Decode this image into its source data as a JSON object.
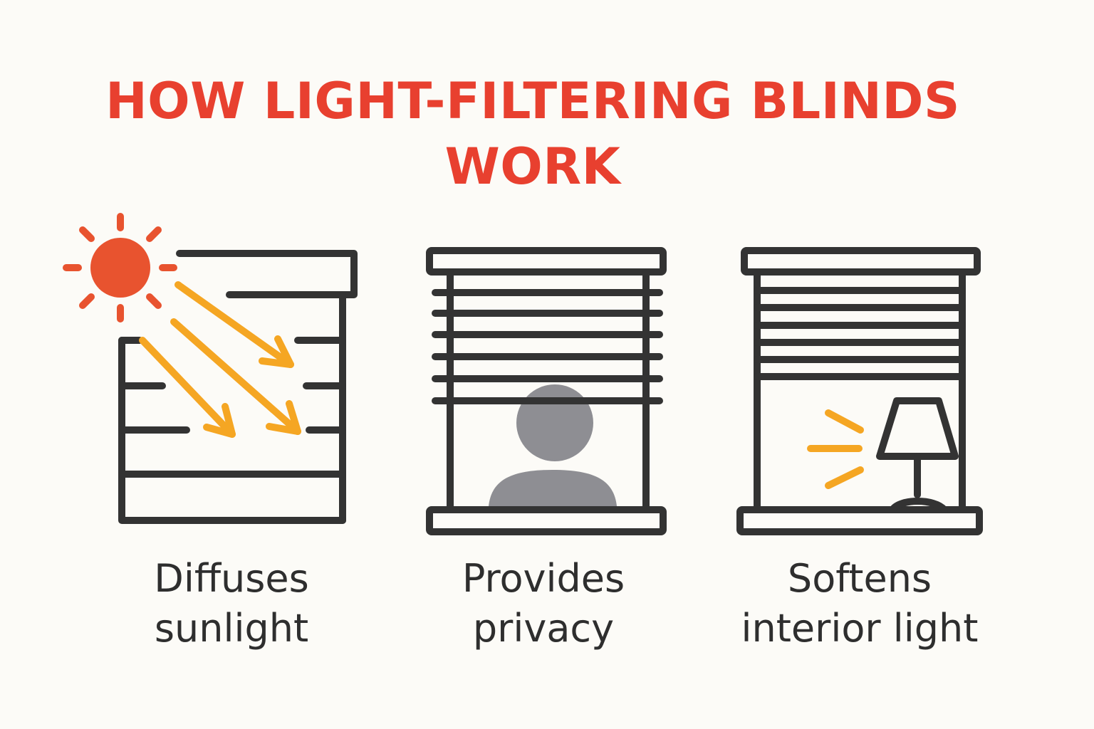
{
  "title": {
    "line1": "HOW LIGHT-FILTERING BLINDS",
    "line2": "WORK"
  },
  "panels": [
    {
      "icons": [
        "sun-icon",
        "sunlight-arrows-icon",
        "blind-icon"
      ],
      "caption_line1": "Diffuses",
      "caption_line2": "sunlight"
    },
    {
      "icons": [
        "blind-icon",
        "person-silhouette-icon"
      ],
      "caption_line1": "Provides",
      "caption_line2": "privacy"
    },
    {
      "icons": [
        "blind-icon",
        "table-lamp-icon",
        "lamp-light-rays-icon"
      ],
      "caption_line1": "Softens",
      "caption_line2": "interior light"
    }
  ],
  "colors": {
    "title": "#e8402f",
    "sun": "#e8532f",
    "light": "#f5a623",
    "outline": "#333333",
    "person": "#8e8e93",
    "text": "#2e2e2e",
    "background": "#fcfbf7"
  }
}
